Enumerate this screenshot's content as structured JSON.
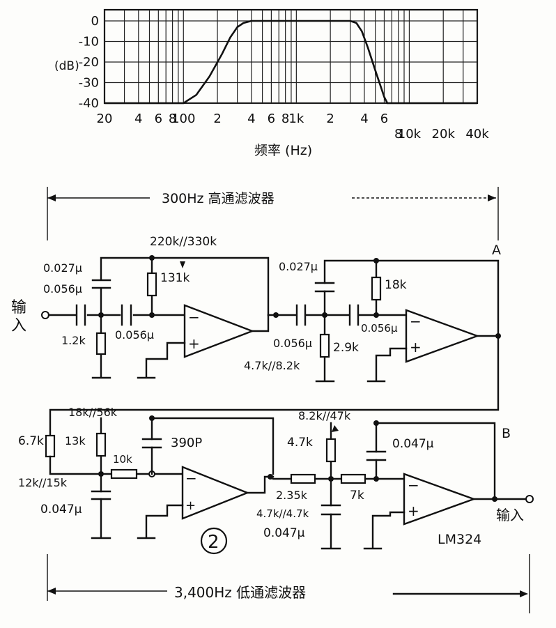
{
  "chart_data": {
    "type": "line",
    "title": "",
    "xlabel": "频率 (Hz)",
    "ylabel": "(dB)",
    "xscale": "log",
    "xlim": [
      20,
      40000
    ],
    "ylim": [
      -40,
      0
    ],
    "yticks": [
      "0",
      "-10",
      "-20",
      "-30",
      "-40"
    ],
    "xticks": [
      {
        "v": 20,
        "label": "20"
      },
      {
        "v": 40,
        "label": "4"
      },
      {
        "v": 60,
        "label": "6"
      },
      {
        "v": 80,
        "label": "8"
      },
      {
        "v": 100,
        "label": "100"
      },
      {
        "v": 200,
        "label": "2"
      },
      {
        "v": 400,
        "label": "4"
      },
      {
        "v": 600,
        "label": "6"
      },
      {
        "v": 800,
        "label": "8"
      },
      {
        "v": 1000,
        "label": "1k"
      },
      {
        "v": 2000,
        "label": "2"
      },
      {
        "v": 4000,
        "label": "4"
      },
      {
        "v": 6000,
        "label": "6"
      },
      {
        "v": 8000,
        "label": "8"
      },
      {
        "v": 10000,
        "label": "10k"
      },
      {
        "v": 20000,
        "label": "20k"
      },
      {
        "v": 40000,
        "label": "40k"
      }
    ],
    "grid": true,
    "series": [
      {
        "x": [
          20,
          100,
          130,
          170,
          220,
          260,
          300,
          340,
          400,
          600,
          1000,
          2000,
          3000,
          3400,
          3800,
          4300,
          5000,
          6000,
          6400,
          10000,
          40000
        ],
        "y": [
          -40,
          -40,
          -36,
          -27,
          -16,
          -8,
          -3,
          -1,
          0,
          0,
          0,
          0,
          0,
          -1,
          -5,
          -13,
          -24,
          -37,
          -40,
          -40,
          -40
        ]
      }
    ]
  },
  "highpass": {
    "title": "300Hz 高通滤波器",
    "input_label_1": "输",
    "input_label_2": "入",
    "point_a": "A",
    "labels": {
      "r_top": "220k//330k",
      "r131k": "131k",
      "c_027": "0.027μ",
      "c_056": "0.056μ",
      "r12k": "1.2k",
      "c_056b": "0.056μ",
      "c_027b": "0.027μ",
      "r18k": "18k",
      "c_056c": "0.056μ",
      "c_056d": "0.056μ",
      "r29k": "2.9k",
      "r47k": "4.7k//8.2k"
    }
  },
  "lowpass": {
    "title": "3,400Hz 低通滤波器",
    "point_b": "B",
    "output_label": "输入",
    "ic": "LM324",
    "labels": {
      "r18k": "18k//56k",
      "r67k": "6.7k",
      "r13k": "13k",
      "r10k": "10k",
      "c390p": "390P",
      "r12k": "12k//15k",
      "c047": "0.047μ",
      "r82k": "8.2k//47k",
      "r47k": "4.7k",
      "c047b": "0.047μ",
      "r235k": "2.35k",
      "r7k": "7k",
      "r47k47k": "4.7k//4.7k",
      "c047c": "0.047μ"
    }
  },
  "figure_number": "2"
}
